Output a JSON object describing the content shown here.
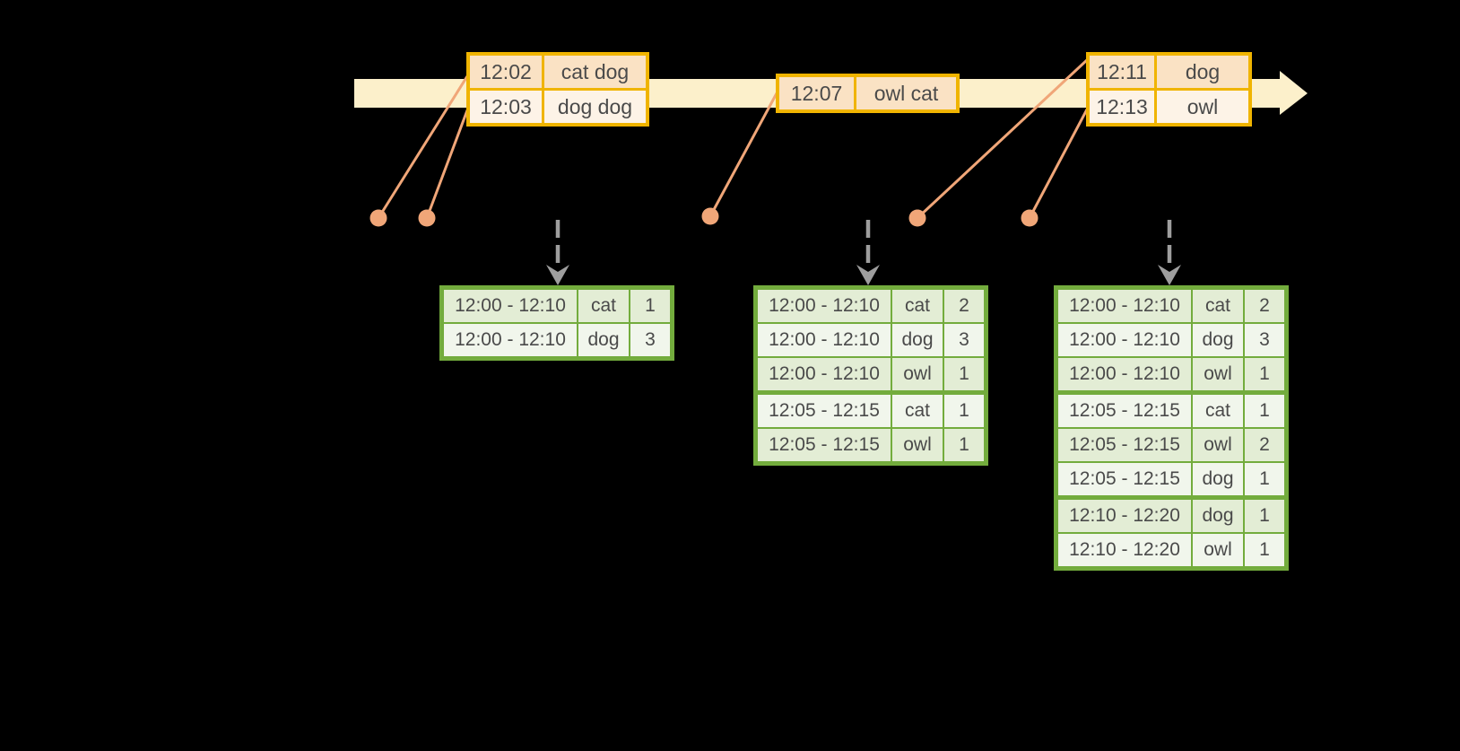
{
  "colors": {
    "background": "#000000",
    "timeline_band": "#FCF0CB",
    "event_box_border": "#F0B400",
    "event_row_dark": "#FAE2C4",
    "event_row_light": "#FDF3E7",
    "connector_orange": "#F0A678",
    "trigger_arrow_gray": "#9E9E9E",
    "table_border_green": "#73AC3D",
    "table_row_dark": "#E3EDD5",
    "table_row_light": "#F1F6EC",
    "text": "#4A4A4A"
  },
  "icons": {
    "timeline_arrow": "right-arrow-shape",
    "trigger_arrow": "dashed-down-arrow"
  },
  "timeline": {
    "events": [
      {
        "time": "12:02",
        "words": "cat dog"
      },
      {
        "time": "12:03",
        "words": "dog dog"
      },
      {
        "time": "12:07",
        "words": "owl cat"
      },
      {
        "time": "12:11",
        "words": "dog"
      },
      {
        "time": "12:13",
        "words": "owl"
      }
    ]
  },
  "result_tables": [
    {
      "rows": [
        {
          "window": "12:00 - 12:10",
          "word": "cat",
          "count": "1"
        },
        {
          "window": "12:00 - 12:10",
          "word": "dog",
          "count": "3"
        }
      ]
    },
    {
      "rows": [
        {
          "window": "12:00 - 12:10",
          "word": "cat",
          "count": "2"
        },
        {
          "window": "12:00 - 12:10",
          "word": "dog",
          "count": "3"
        },
        {
          "window": "12:00 - 12:10",
          "word": "owl",
          "count": "1"
        },
        {
          "window": "12:05 - 12:15",
          "word": "cat",
          "count": "1"
        },
        {
          "window": "12:05 - 12:15",
          "word": "owl",
          "count": "1"
        }
      ]
    },
    {
      "rows": [
        {
          "window": "12:00 - 12:10",
          "word": "cat",
          "count": "2"
        },
        {
          "window": "12:00 - 12:10",
          "word": "dog",
          "count": "3"
        },
        {
          "window": "12:00 - 12:10",
          "word": "owl",
          "count": "1"
        },
        {
          "window": "12:05 - 12:15",
          "word": "cat",
          "count": "1"
        },
        {
          "window": "12:05 - 12:15",
          "word": "owl",
          "count": "2"
        },
        {
          "window": "12:05 - 12:15",
          "word": "dog",
          "count": "1"
        },
        {
          "window": "12:10 - 12:20",
          "word": "dog",
          "count": "1"
        },
        {
          "window": "12:10 - 12:20",
          "word": "owl",
          "count": "1"
        }
      ]
    }
  ]
}
